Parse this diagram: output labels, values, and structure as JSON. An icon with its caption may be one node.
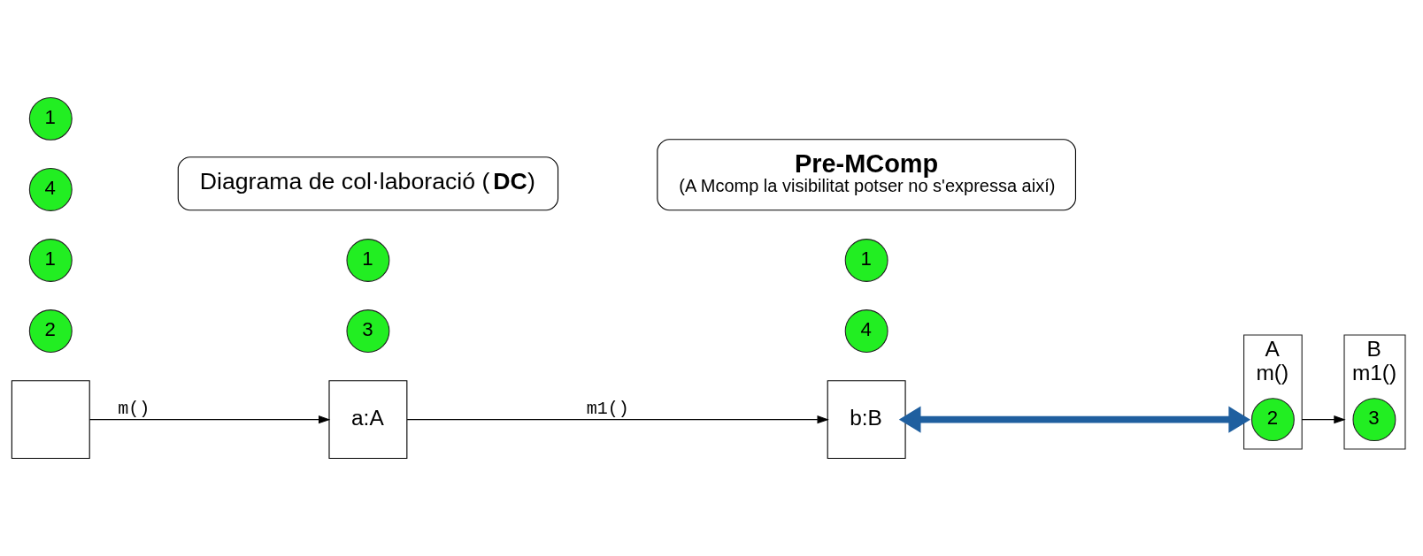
{
  "diagram": {
    "nodes": [
      {
        "text": [],
        "shape": "box"
      },
      {
        "text": [
          "a:A"
        ]
      },
      {
        "text": [
          "b:B"
        ]
      },
      {
        "text": [
          "2"
        ]
      },
      {
        "text": [
          "3"
        ]
      },
      {
        "text": [
          "4"
        ]
      },
      {
        "text": [
          "1"
        ]
      },
      {
        "text": [
          "1"
        ]
      },
      {
        "text": [
          "A",
          "m()"
        ]
      },
      {
        "text": [
          "1"
        ]
      },
      {
        "text": [
          "2"
        ],
        "in": 8
      },
      {
        "text": [
          "4"
        ]
      },
      {
        "text": [
          "B",
          "m1()"
        ]
      },
      {
        "text": [
          "1"
        ]
      },
      {
        "text": [
          "3"
        ],
        "in": 12
      },
      {
        "text": [
          "Diagrama de col·laboració (**DC**)"
        ]
      },
      {
        "text": [
          "Pre-MComp",
          "(A Mcomp la visibilitat potser no s'expressa així)"
        ]
      }
    ],
    "edges": [
      {
        "from": 0,
        "to": 1,
        "arrow": "to",
        "label": "m()"
      },
      {
        "from": 1,
        "to": 2,
        "arrow": "to",
        "label": "m1()"
      },
      {
        "from": 2,
        "to": 8,
        "arrow": "both",
        "style": "thick",
        "color": "#1f5f9f"
      },
      {
        "from": 8,
        "to": 12,
        "arrow": "to"
      }
    ]
  }
}
